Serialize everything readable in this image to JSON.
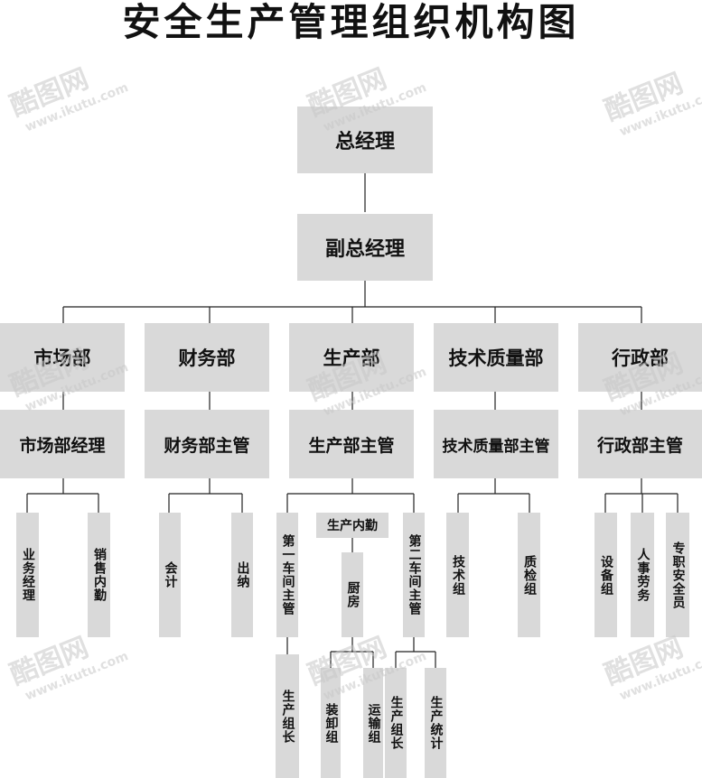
{
  "title": "安全生产管理组织机构图",
  "watermark": {
    "brand": "酷图网",
    "url": "www.ikutu.com"
  },
  "nodes": {
    "ceo": "总经理",
    "deputy": "副总经理",
    "departments": [
      "市场部",
      "财务部",
      "生产部",
      "技术质量部",
      "行政部"
    ],
    "managers": [
      "市场部经理",
      "财务部主管",
      "生产部主管",
      "技术质量部主管",
      "行政部主管"
    ],
    "market_staff": [
      "业务经理",
      "销售内勤"
    ],
    "finance_staff": [
      "会计",
      "出纳"
    ],
    "production": {
      "workshop1": "第一车间主管",
      "office": "生产内勤",
      "workshop2": "第二车间主管",
      "kitchen": "厨房",
      "group_leader1": "生产组长",
      "loading": "装卸组",
      "transport": "运输组",
      "group_leader2": "生产组长",
      "stats": "生产统计"
    },
    "tech_staff": [
      "技术组",
      "质检组"
    ],
    "admin_staff": [
      "设备组",
      "人事劳务",
      "专职安全员"
    ]
  }
}
